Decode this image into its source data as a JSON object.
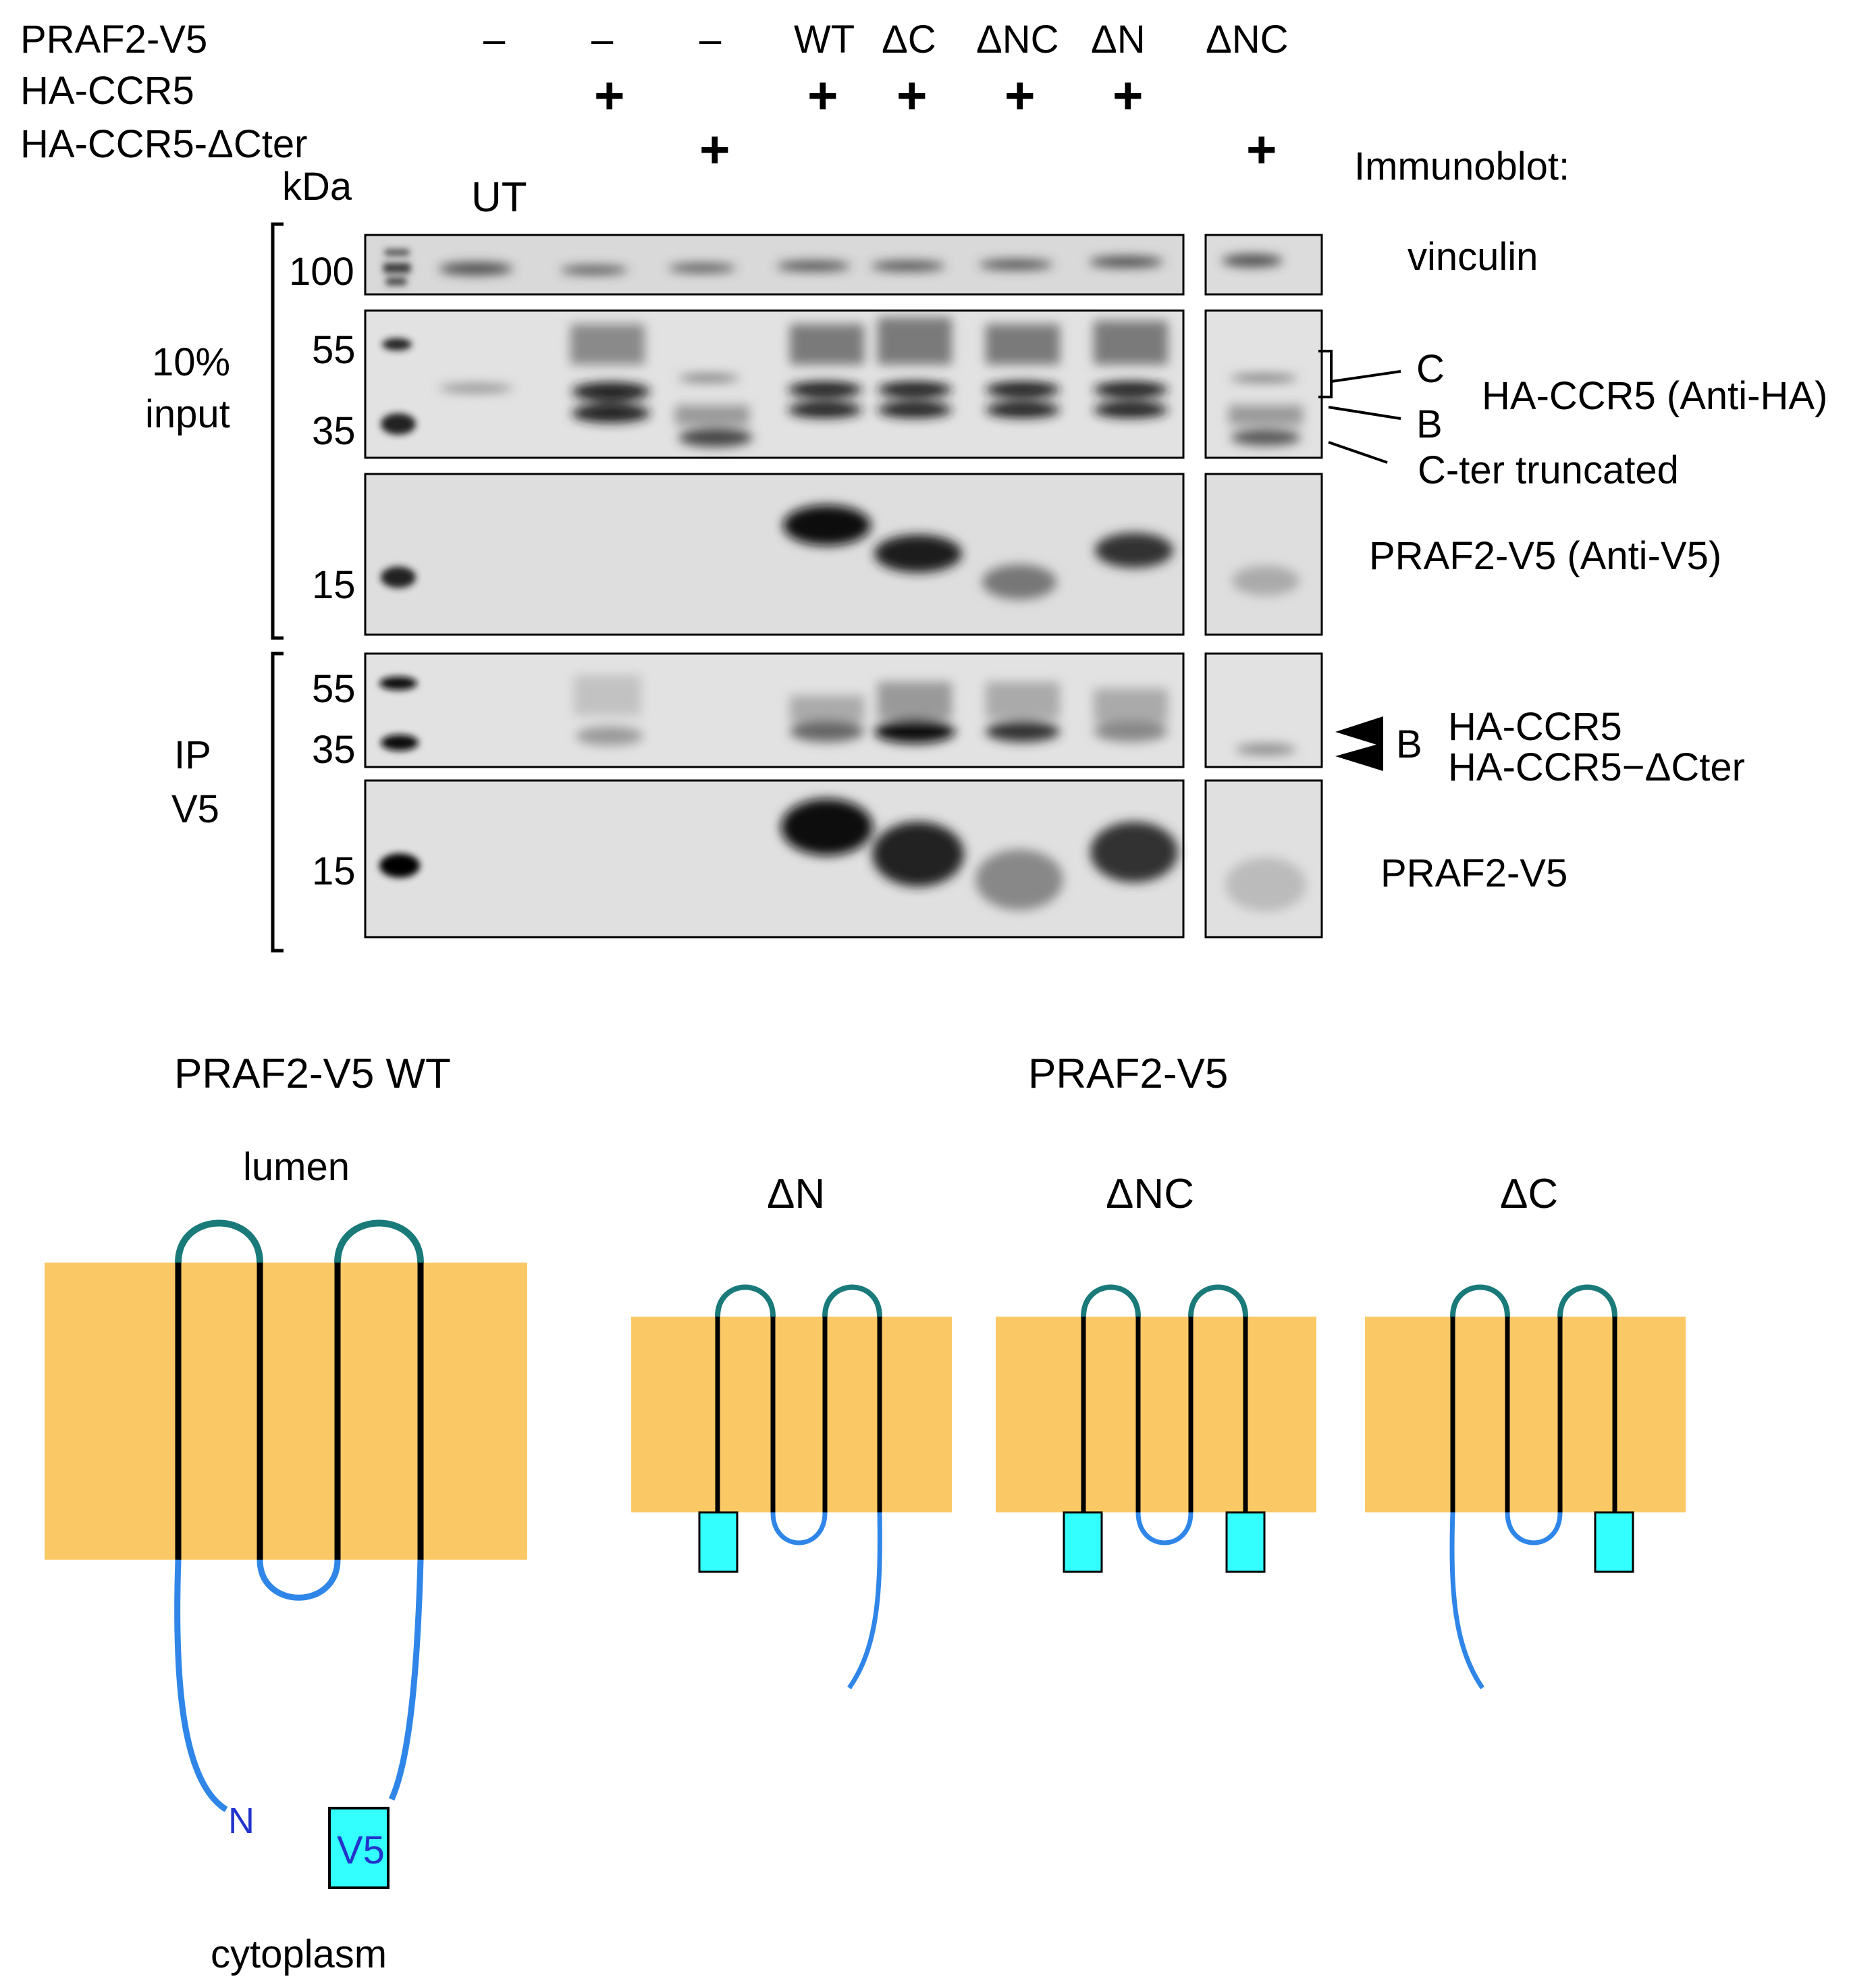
{
  "conditions": {
    "rows": [
      {
        "label": "PRAF2-V5",
        "cells": [
          "–",
          "–",
          "–",
          "WT",
          "ΔC",
          "ΔNC",
          "ΔN",
          "ΔNC"
        ]
      },
      {
        "label": "HA-CCR5",
        "cells": [
          "",
          "+",
          "",
          "+",
          "+",
          "+",
          "+",
          ""
        ]
      },
      {
        "label": "HA-CCR5-ΔCter",
        "cells": [
          "",
          "",
          "+",
          "",
          "",
          "",
          "",
          "+"
        ]
      }
    ],
    "kda_label": "kDa",
    "ut_label": "UT",
    "immunoblot_label": "Immunoblot:"
  },
  "sections": {
    "input": [
      "10%",
      "input"
    ],
    "ip": [
      "IP",
      "V5"
    ]
  },
  "markers": {
    "vinculin": "100",
    "ha_upper": "55",
    "ha_lower": "35",
    "praf_input": "15",
    "ip_upper": "55",
    "ip_lower": "35",
    "ip_praf": "15"
  },
  "blot_labels": {
    "vinculin": "vinculin",
    "ha_ccr5_anti_ha": "HA-CCR5 (Anti-HA)",
    "band_c": "C",
    "band_b": "B",
    "cter_truncated": "C-ter truncated",
    "praf2_anti_v5": "PRAF2-V5 (Anti-V5)",
    "ip_b": "B",
    "ip_ha_ccr5": "HA-CCR5",
    "ip_ha_ccr5_dcter": "HA-CCR5−ΔCter",
    "ip_praf2": "PRAF2-V5"
  },
  "schematic": {
    "wt_title": "PRAF2-V5 WT",
    "lumen": "lumen",
    "cytoplasm": "cytoplasm",
    "n_terminus": "N",
    "v5_tag": "V5",
    "mutants_title": "PRAF2-V5",
    "mutants": [
      "ΔN",
      "ΔNC",
      "ΔC"
    ]
  },
  "colors": {
    "membrane": "#fac966",
    "lumen_loop": "#1a7a7a",
    "cytoplasmic_segment": "#2f86e8",
    "v5_tag": "#33ffff",
    "n_label": "#2233cc"
  }
}
